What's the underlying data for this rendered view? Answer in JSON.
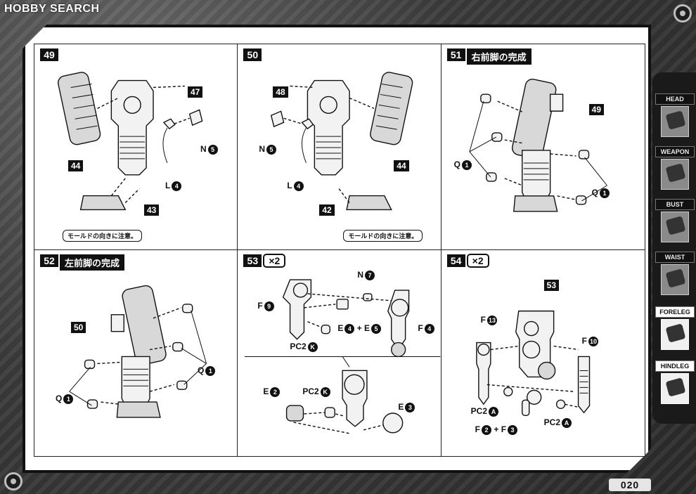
{
  "watermark": "HOBBY SEARCH",
  "page_number": "020",
  "steps": [
    {
      "number": "49",
      "title": "",
      "multiplier": "",
      "parts": [
        "47",
        "44",
        "43"
      ],
      "labels": [
        {
          "letter": "N",
          "num": "5"
        },
        {
          "letter": "L",
          "num": "4"
        }
      ],
      "note": "モールドの向きに注意。"
    },
    {
      "number": "50",
      "title": "",
      "multiplier": "",
      "parts": [
        "48",
        "44",
        "42"
      ],
      "labels": [
        {
          "letter": "N",
          "num": "5"
        },
        {
          "letter": "L",
          "num": "4"
        }
      ],
      "note": "モールドの向きに注意。"
    },
    {
      "number": "51",
      "title": "右前脚の完成",
      "multiplier": "",
      "parts": [
        "49"
      ],
      "labels": [
        {
          "letter": "Q",
          "num": "1"
        },
        {
          "letter": "Q",
          "num": "1"
        }
      ],
      "note": ""
    },
    {
      "number": "52",
      "title": "左前脚の完成",
      "multiplier": "",
      "parts": [
        "50"
      ],
      "labels": [
        {
          "letter": "Q",
          "num": "1"
        },
        {
          "letter": "Q",
          "num": "1"
        }
      ],
      "note": ""
    },
    {
      "number": "53",
      "title": "",
      "multiplier": "×2",
      "parts": [],
      "labels": [
        {
          "letter": "N",
          "num": "7"
        },
        {
          "letter": "F",
          "num": "9"
        },
        {
          "letter": "E",
          "num": "4"
        },
        {
          "letter": "E",
          "num": "5"
        },
        {
          "letter": "F",
          "num": "4"
        },
        {
          "letter": "PC2",
          "num": "K"
        },
        {
          "letter": "E",
          "num": "2"
        },
        {
          "letter": "PC2",
          "num": "K"
        },
        {
          "letter": "E",
          "num": "3"
        }
      ],
      "note": ""
    },
    {
      "number": "54",
      "title": "",
      "multiplier": "×2",
      "parts": [
        "53"
      ],
      "labels": [
        {
          "letter": "F",
          "num": "13"
        },
        {
          "letter": "F",
          "num": "10"
        },
        {
          "letter": "PC2",
          "num": "A"
        },
        {
          "letter": "F",
          "num": "2"
        },
        {
          "letter": "F",
          "num": "3"
        },
        {
          "letter": "PC2",
          "num": "A"
        }
      ],
      "note": ""
    }
  ],
  "plus": "+",
  "sidebar": [
    {
      "label": "HEAD",
      "icon": "head-icon",
      "active": false
    },
    {
      "label": "WEAPON",
      "icon": "weapon-icon",
      "active": false
    },
    {
      "label": "BUST",
      "icon": "bust-icon",
      "active": false
    },
    {
      "label": "WAIST",
      "icon": "waist-icon",
      "active": false
    },
    {
      "label": "FORELEG",
      "icon": "foreleg-icon",
      "active": true
    },
    {
      "label": "HINDLEG",
      "icon": "hindleg-icon",
      "active": true
    }
  ]
}
